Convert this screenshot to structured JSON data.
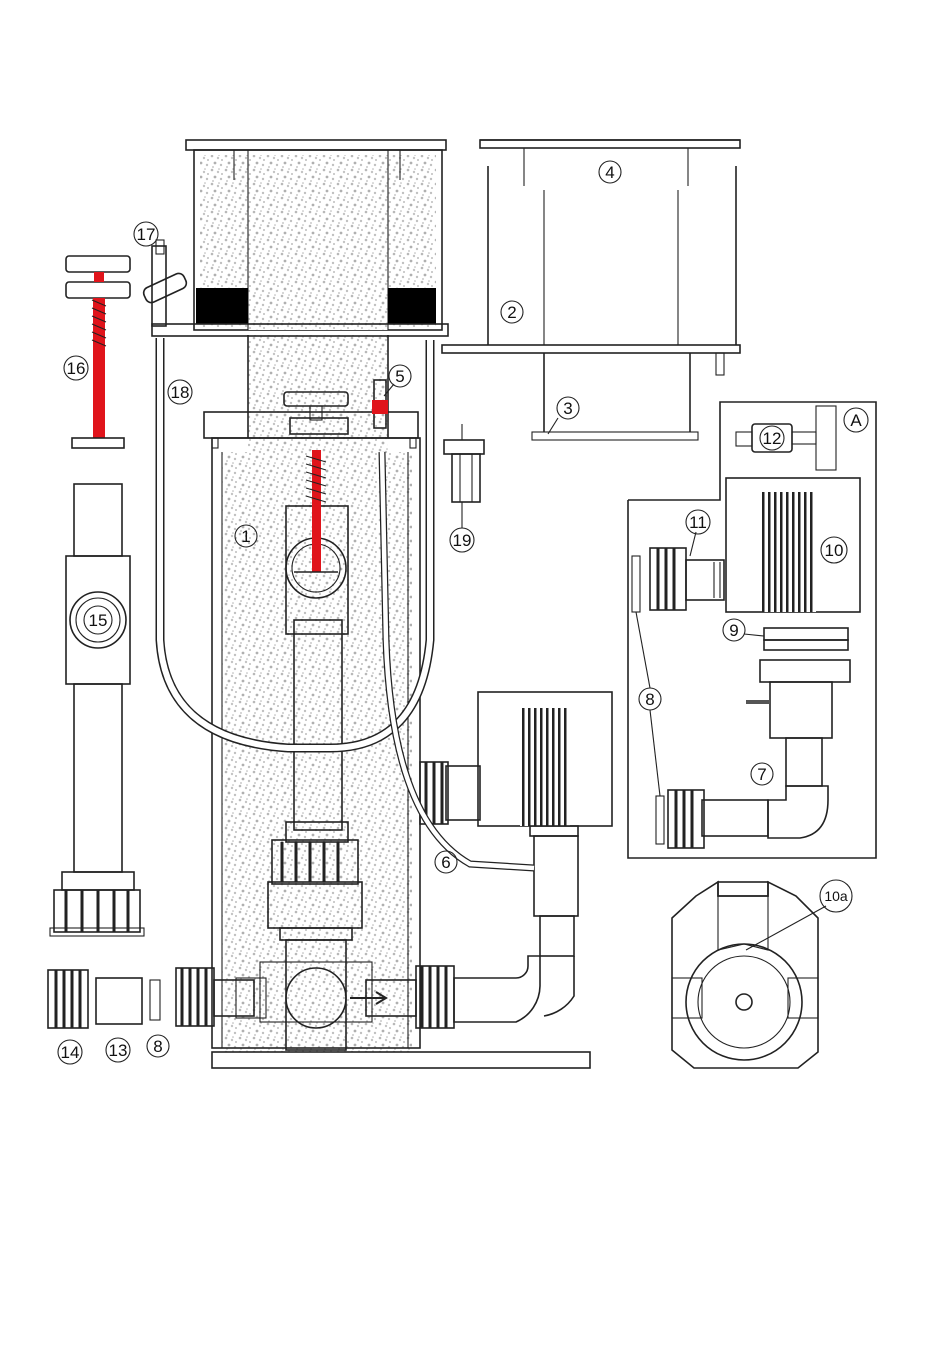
{
  "colors": {
    "outline": "#222222",
    "red_rod": "#e0141b",
    "dark_gray": "#6d6d6d",
    "mid_gray": "#a4a4a4",
    "light_gray": "#d6d6d6",
    "foam_gray": "#bfbfbf",
    "collar_black": "#000000",
    "background": "#ffffff"
  },
  "callouts": {
    "c1": "1",
    "c2": "2",
    "c3": "3",
    "c4": "4",
    "c5": "5",
    "c6": "6",
    "c7": "7",
    "c8_upper": "8",
    "c8_lower": "8",
    "c9": "9",
    "c10": "10",
    "c10a": "10a",
    "c11": "11",
    "c12": "12",
    "c13": "13",
    "c14": "14",
    "c15": "15",
    "c16": "16",
    "c17": "17",
    "c18": "18",
    "c19": "19",
    "cA": "A"
  }
}
